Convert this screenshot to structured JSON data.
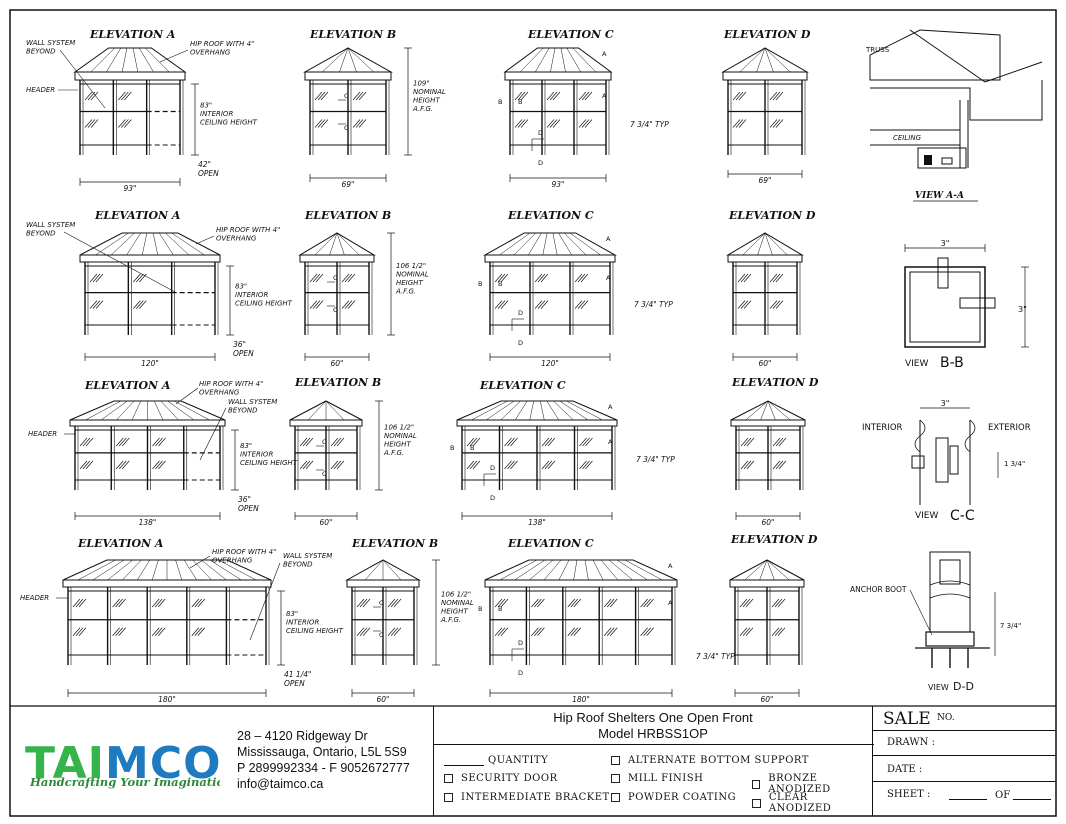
{
  "drawing": {
    "rows": [
      {
        "elev_a": {
          "title": "ELEVATION A",
          "notes": [
            "WALL SYSTEM BEYOND",
            "HIP ROOF WITH 4\" OVERHANG",
            "HEADER"
          ],
          "height": "83\" INTERIOR CEILING HEIGHT",
          "width": "93\"",
          "opening": "42\" OPEN"
        },
        "elev_b": {
          "title": "ELEVATION B",
          "height": "109\" NOMINAL HEIGHT A.F.G.",
          "width": "69\"",
          "section": "C"
        },
        "elev_c": {
          "title": "ELEVATION C",
          "width": "93\"",
          "typ": "7 3/4\" TYP"
        },
        "elev_d": {
          "title": "ELEVATION D",
          "width": "69\""
        }
      },
      {
        "elev_a": {
          "title": "ELEVATION A",
          "notes": [
            "WALL SYSTEM BEYOND",
            "HIP ROOF WITH 4\" OVERHANG"
          ],
          "height": "83\" INTERIOR CEILING HEIGHT",
          "width": "120\"",
          "opening": "36\" OPEN"
        },
        "elev_b": {
          "title": "ELEVATION B",
          "height": "106 1/2\" NOMINAL HEIGHT A.F.G.",
          "width": "60\"",
          "section": "C"
        },
        "elev_c": {
          "title": "ELEVATION C",
          "width": "120\"",
          "typ": "7 3/4\" TYP"
        },
        "elev_d": {
          "title": "ELEVATION D",
          "width": "60\""
        }
      },
      {
        "elev_a": {
          "title": "ELEVATION A",
          "notes": [
            "HIP ROOF WITH 4\" OVERHANG",
            "WALL SYSTEM BEYOND",
            "HEADER"
          ],
          "height": "83\" INTERIOR CEILING HEIGHT",
          "width": "138\"",
          "opening": "36\" OPEN"
        },
        "elev_b": {
          "title": "ELEVATION B",
          "height": "106 1/2\" NOMINAL HEIGHT A.F.G.",
          "width": "60\"",
          "section": "C"
        },
        "elev_c": {
          "title": "ELEVATION C",
          "width": "138\"",
          "typ": "7 3/4\" TYP"
        },
        "elev_d": {
          "title": "ELEVATION D",
          "width": "60\""
        }
      },
      {
        "elev_a": {
          "title": "ELEVATION A",
          "notes": [
            "HIP ROOF WITH 4\" OVERHANG",
            "WALL SYSTEM BEYOND",
            "HEADER"
          ],
          "height": "83\" INTERIOR CEILING HEIGHT",
          "width": "180\"",
          "opening": "41 1/4\" OPEN"
        },
        "elev_b": {
          "title": "ELEVATION B",
          "height": "106 1/2\" NOMINAL HEIGHT A.F.G.",
          "width": "60\"",
          "section": "C"
        },
        "elev_c": {
          "title": "ELEVATION C",
          "width": "180\"",
          "typ": "7 3/4\" TYP"
        },
        "elev_d": {
          "title": "ELEVATION D",
          "width": "60\""
        }
      }
    ],
    "view_aa": {
      "title": "VIEW A-A",
      "truss": "TRUSS",
      "ceiling": "CEILING"
    },
    "view_bb": {
      "view": "VIEW",
      "label": "B-B",
      "dim": "3\""
    },
    "view_cc": {
      "view": "VIEW",
      "label": "C-C",
      "dim": "3\"",
      "dim2": "1 3/4\"",
      "interior": "INTERIOR",
      "exterior": "EXTERIOR"
    },
    "view_dd": {
      "view": "VIEW",
      "label": "D-D",
      "anchor": "ANCHOR BOOT",
      "dim": "7 3/4\""
    },
    "marks": {
      "a": "A",
      "b": "B",
      "c": "C",
      "d": "D"
    }
  },
  "titleblock": {
    "logo_text": "TAIMCO",
    "tagline": "Handcrafting Your Imagination",
    "address": [
      "28 – 4120 Ridgeway Dr",
      "Mississauga, Ontario, L5L 5S9",
      "P 2899992334 - F 9052672777",
      "info@taimco.ca"
    ],
    "title1": "Hip Roof Shelters One Open Front",
    "title2": "Model HRBSS1OP",
    "options": [
      "QUANTITY",
      "SECURITY DOOR",
      "INTERMEDIATE BRACKET",
      "ALTERNATE BOTTOM SUPPORT",
      "MILL FINISH",
      "POWDER COATING",
      "BRONZE ANODIZED",
      "CLEAR ANODIZED"
    ],
    "sale": "SALE",
    "no": "NO.",
    "drawn": "DRAWN :",
    "date": "DATE :",
    "sheet": "SHEET :",
    "of": "OF",
    "colors": {
      "green": "#36b34a",
      "blue": "#1f7bbf",
      "tagline": "#2a8a3a"
    }
  }
}
